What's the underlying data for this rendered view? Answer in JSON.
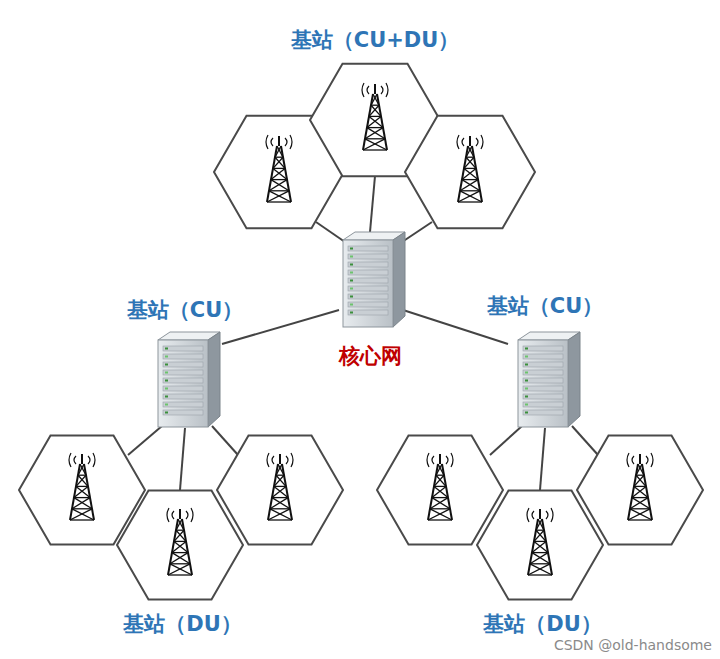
{
  "diagram": {
    "nodes": [
      {
        "text": [
          "基站（CU+DU）"
        ]
      },
      {
        "text": [
          "核心网"
        ]
      },
      {
        "text": [
          "基站（CU）"
        ]
      },
      {
        "text": [
          "基站（CU）"
        ]
      },
      {
        "text": [
          "基站（DU）"
        ]
      },
      {
        "text": [
          "基站（DU）"
        ]
      }
    ],
    "edges": [
      {
        "from": 1,
        "to": 0,
        "arrow": "none"
      },
      {
        "from": 1,
        "to": 2,
        "arrow": "none"
      },
      {
        "from": 1,
        "to": 3,
        "arrow": "none"
      },
      {
        "from": 2,
        "to": 4,
        "arrow": "none"
      },
      {
        "from": 3,
        "to": 5,
        "arrow": "none"
      }
    ],
    "labels": [
      "CSDN @old-handsome"
    ]
  }
}
